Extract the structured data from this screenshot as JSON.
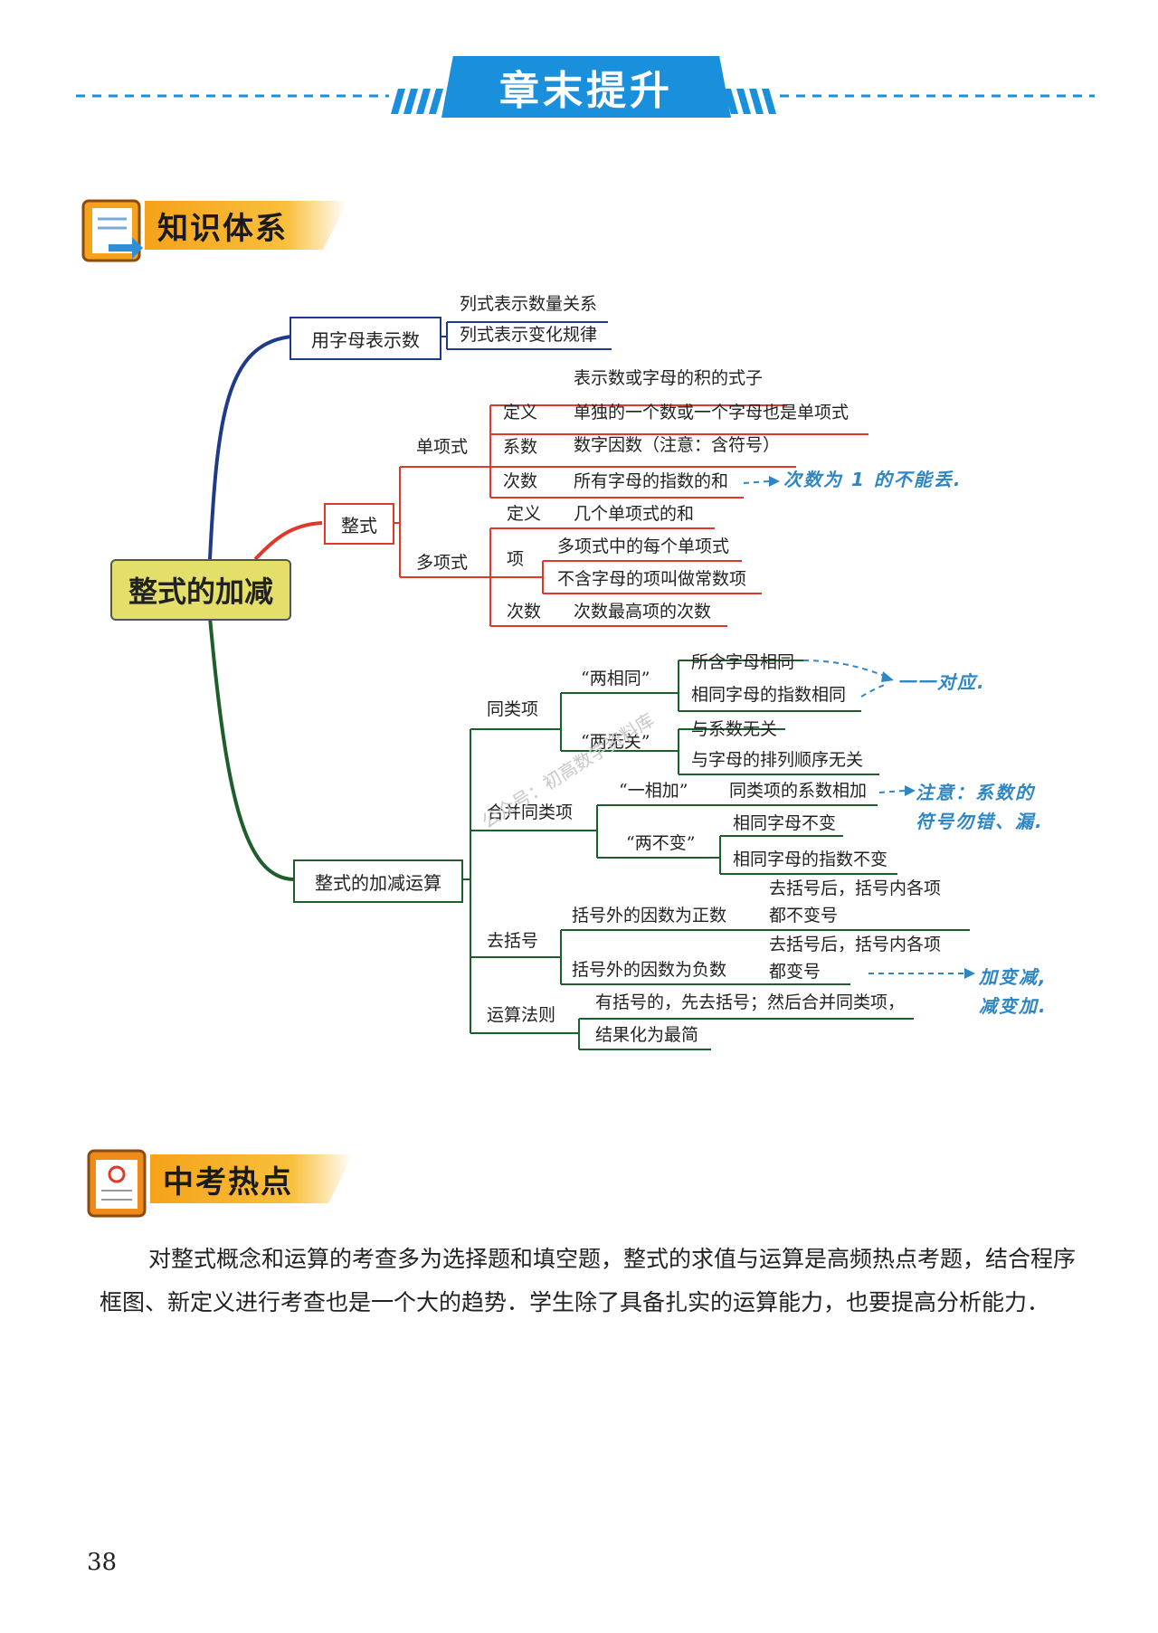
{
  "header": {
    "banner_title": "章末提升"
  },
  "section1": {
    "title": "知识体系"
  },
  "mindmap": {
    "root": "整式的加减",
    "b1": {
      "label": "用字母表示数",
      "c1": "列式表示数量关系",
      "c2": "列式表示变化规律"
    },
    "b2": {
      "label": "整式",
      "mono": {
        "label": "单项式",
        "def_label": "定义",
        "def1": "表示数或字母的积的式子",
        "def2": "单独的一个数或一个字母也是单项式",
        "coef_label": "系数",
        "coef": "数字因数（注意：含符号）",
        "deg_label": "次数",
        "deg": "所有字母的指数的和",
        "deg_note": "次数为 1 的不能丢."
      },
      "poly": {
        "label": "多项式",
        "def_label": "定义",
        "def": "几个单项式的和",
        "term_label": "项",
        "term1": "多项式中的每个单项式",
        "term2": "不含字母的项叫做常数项",
        "deg_label": "次数",
        "deg": "次数最高项的次数"
      }
    },
    "b3": {
      "label": "整式的加减运算",
      "like": {
        "label": "同类项",
        "same_label": "“两相同”",
        "same1": "所含字母相同",
        "same2": "相同字母的指数相同",
        "same_note": "一一对应.",
        "indep_label": "“两无关”",
        "indep1": "与系数无关",
        "indep2": "与字母的排列顺序无关"
      },
      "combine": {
        "label": "合并同类项",
        "add_label": "“一相加”",
        "add": "同类项的系数相加",
        "add_note1": "注意：系数的",
        "add_note2": "符号勿错、漏.",
        "keep_label": "“两不变”",
        "keep1": "相同字母不变",
        "keep2": "相同字母的指数不变"
      },
      "paren": {
        "label": "去括号",
        "pos_label": "括号外的因数为正数",
        "pos1": "去括号后，括号内各项",
        "pos2": "都不变号",
        "neg_label": "括号外的因数为负数",
        "neg1": "去括号后，括号内各项",
        "neg2": "都变号",
        "neg_note1": "加变减,",
        "neg_note2": "减变加."
      },
      "rule": {
        "label": "运算法则",
        "r1": "有括号的，先去括号；然后合并同类项，",
        "r2": "结果化为最简"
      }
    },
    "watermark": "公众号：初高数学资料库"
  },
  "section2": {
    "title": "中考热点",
    "paragraph": "对整式概念和运算的考查多为选择题和填空题，整式的求值与运算是高频热点考题，结合程序框图、新定义进行考查也是一个大的趋势．学生除了具备扎实的运算能力，也要提高分析能力．"
  },
  "page_number": "38",
  "colors": {
    "banner": "#1a8fdb",
    "blue_branch": "#1f3a8a",
    "red_branch": "#e0392b",
    "green_branch": "#1d5e2c",
    "handwriting": "#2f86c4",
    "root_fill": "#e3df6a"
  }
}
